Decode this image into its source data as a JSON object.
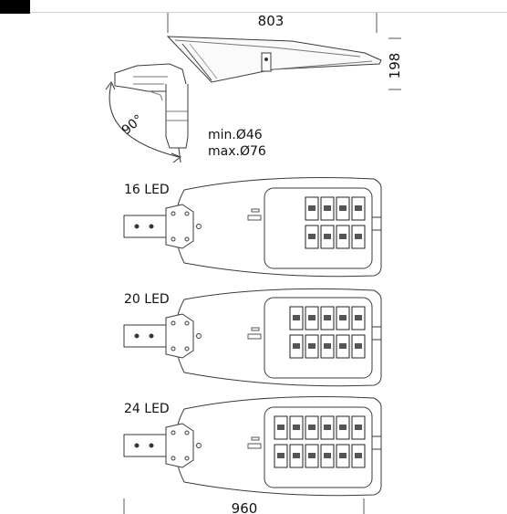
{
  "dimensions": {
    "total_length": "803",
    "height": "198",
    "angle": "90°",
    "pole_min": "min.Ø46",
    "pole_max": "max.Ø76",
    "bottom_length": "960"
  },
  "variants": [
    {
      "label": "16 LED",
      "modules": 8
    },
    {
      "label": "20 LED",
      "modules": 10
    },
    {
      "label": "24 LED",
      "modules": 12
    }
  ],
  "colors": {
    "line": "#3a3a3a",
    "accent": "#000000"
  }
}
